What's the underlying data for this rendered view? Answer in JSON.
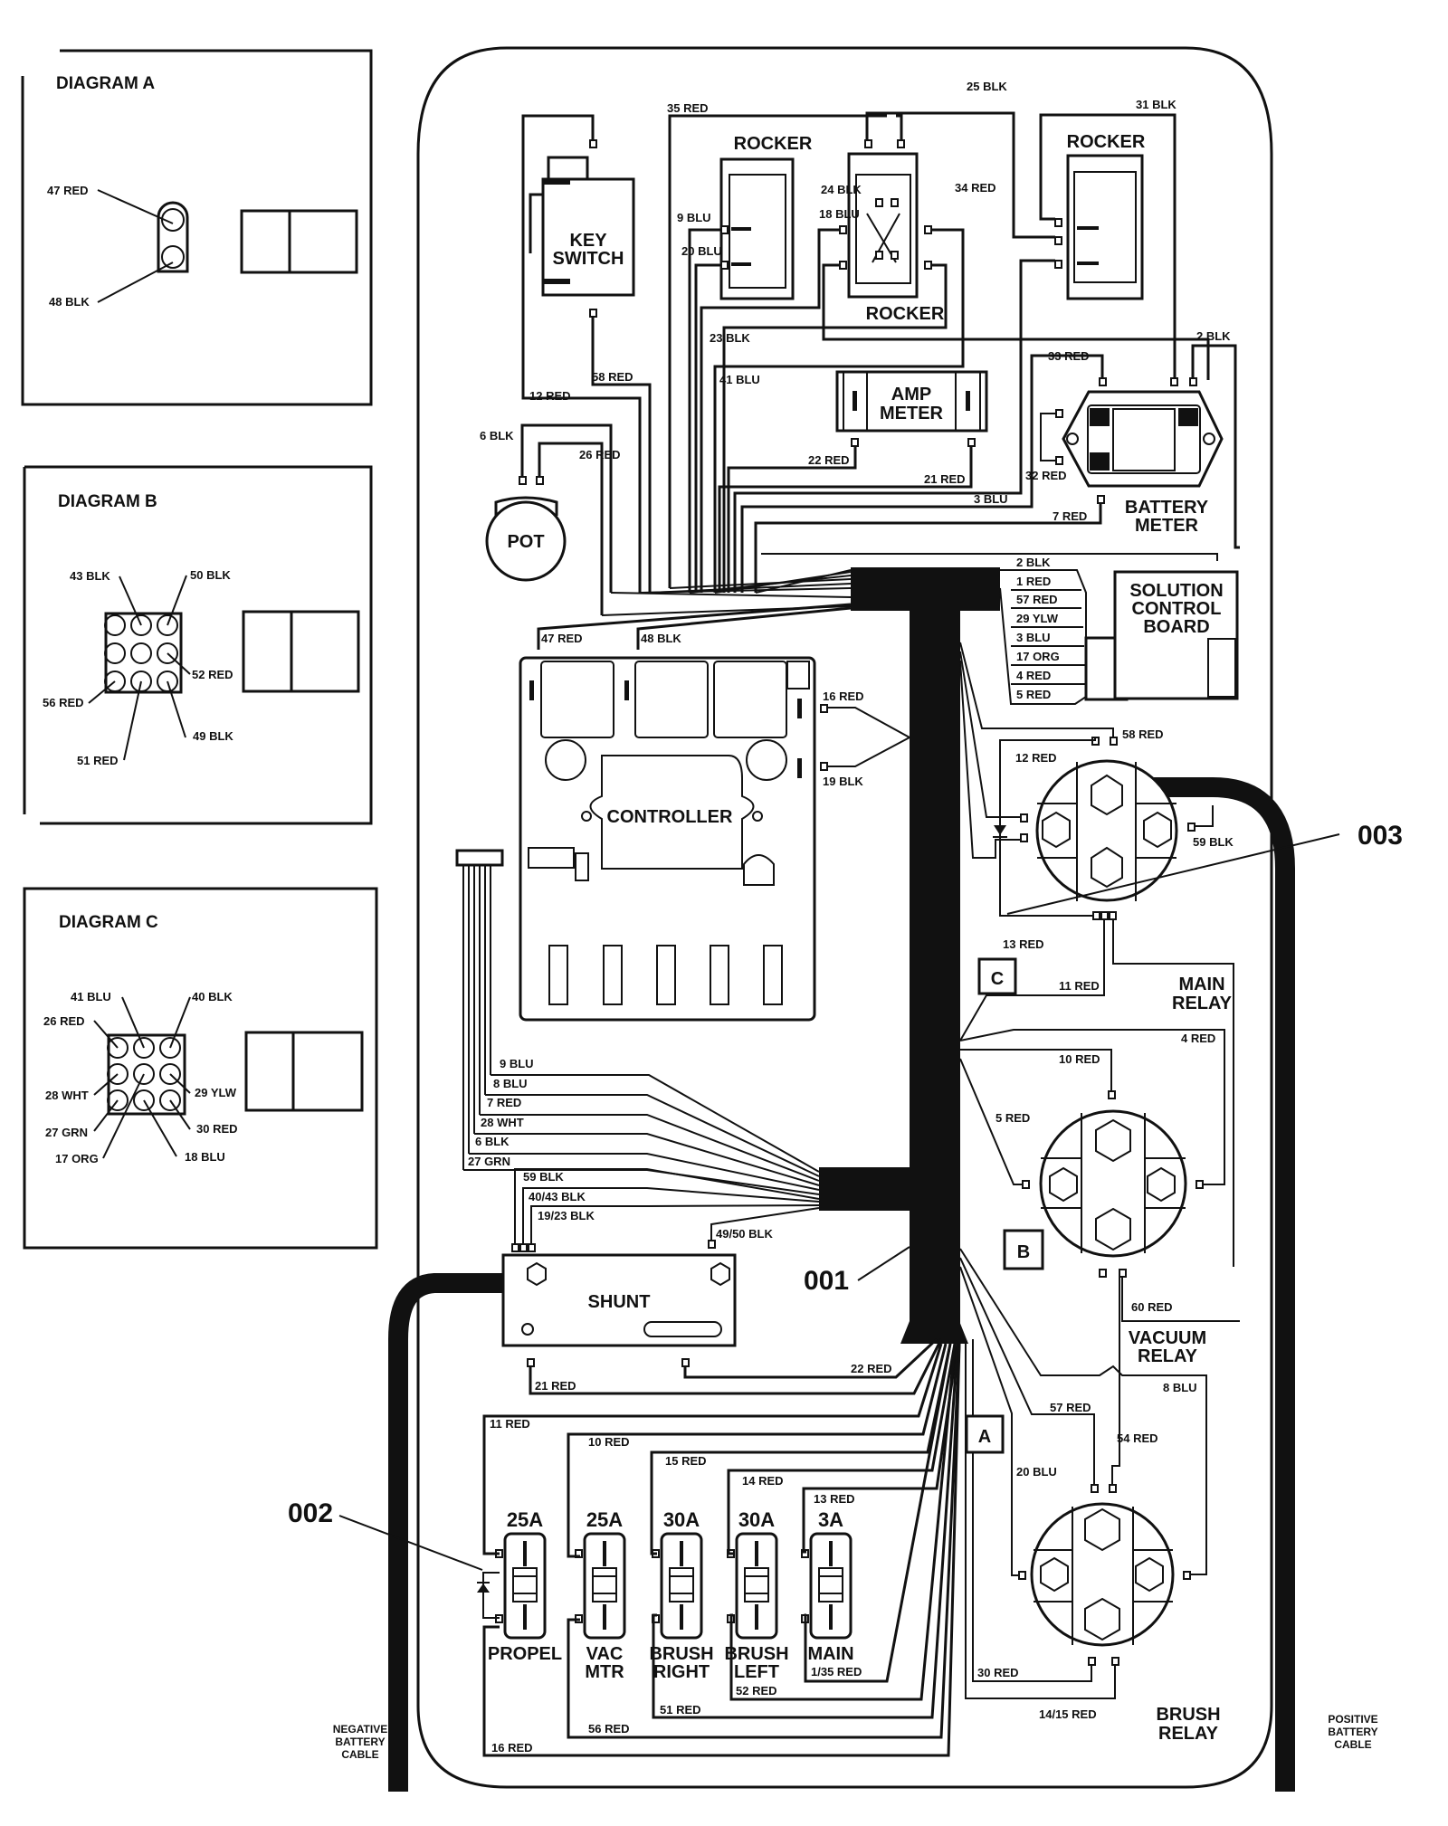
{
  "diagrams": {
    "a": {
      "title": "DIAGRAM A",
      "labels": [
        "47 RED",
        "48 BLK"
      ]
    },
    "b": {
      "title": "DIAGRAM B",
      "labels": [
        "43 BLK",
        "50 BLK",
        "52 RED",
        "56 RED",
        "51 RED",
        "49 BLK"
      ]
    },
    "c": {
      "title": "DIAGRAM C",
      "labels": [
        "41 BLU",
        "40 BLK",
        "26 RED",
        "28 WHT",
        "29 YLW",
        "27 GRN",
        "30 RED",
        "17 ORG",
        "18 BLU"
      ]
    }
  },
  "components": {
    "key_switch": [
      "KEY",
      "SWITCH"
    ],
    "rocker_left": "ROCKER",
    "rocker_center": "ROCKER",
    "rocker_right": "ROCKER",
    "amp_meter": [
      "AMP",
      "METER"
    ],
    "battery_meter": [
      "BATTERY",
      "METER"
    ],
    "pot": "POT",
    "controller": "CONTROLLER",
    "solution_board": [
      "SOLUTION",
      "CONTROL",
      "BOARD"
    ],
    "main_relay": [
      "MAIN",
      "RELAY"
    ],
    "vacuum_relay": [
      "VACUUM",
      "RELAY"
    ],
    "brush_relay": [
      "BRUSH",
      "RELAY"
    ],
    "shunt": "SHUNT",
    "neg_cable": [
      "NEGATIVE",
      "BATTERY",
      "CABLE"
    ],
    "pos_cable": [
      "POSITIVE",
      "BATTERY",
      "CABLE"
    ]
  },
  "callouts": {
    "c001": "001",
    "c002": "002",
    "c003": "003",
    "box_a": "A",
    "box_b": "B",
    "box_c": "C"
  },
  "breakers": [
    {
      "rating": "25A",
      "name": [
        "PROPEL"
      ]
    },
    {
      "rating": "25A",
      "name": [
        "VAC",
        "MTR"
      ]
    },
    {
      "rating": "30A",
      "name": [
        "BRUSH",
        "RIGHT"
      ]
    },
    {
      "rating": "30A",
      "name": [
        "BRUSH",
        "LEFT"
      ]
    },
    {
      "rating": "3A",
      "name": [
        "MAIN"
      ]
    }
  ],
  "wires": {
    "top": {
      "w35": "35 RED",
      "w25": "25  BLK",
      "w31": "31 BLK",
      "w24": "24 BLK",
      "w34": "34 RED",
      "w9": "9 BLU",
      "w18": "18 BLU",
      "w20": "20 BLU",
      "w23": "23 BLK",
      "w41": "41 BLU",
      "w58": "58 RED",
      "w12": "12 RED",
      "w33": "33 RED",
      "w2": "2 BLK",
      "w32": "32 RED",
      "w7": "7 RED",
      "w3": "3 BLU",
      "w22": "22 RED",
      "w21": "21 RED",
      "w6": "6 BLK",
      "w26": "26 RED",
      "w47": "47 RED",
      "w48": "48 BLK"
    },
    "connector": [
      "2 BLK",
      "1 RED",
      "57 RED",
      "29 YLW",
      "3 BLU",
      "17 ORG",
      "4 RED",
      "5 RED"
    ],
    "controller": {
      "w16": "16 RED",
      "w19": "19 BLK"
    },
    "main_relay": {
      "w58": "58 RED",
      "w12": "12 RED",
      "w59": "59 BLK",
      "w13": "13 RED",
      "w11": "11 RED"
    },
    "vacuum_relay": {
      "w10": "10 RED",
      "w4": "4 RED",
      "w5": "5 RED",
      "w60": "60 RED"
    },
    "brush_relay": {
      "w8": "8 BLU",
      "w57": "57 RED",
      "w54": "54 RED",
      "w20": "20 BLU",
      "w30": "30 RED",
      "w1415": "14/15 RED"
    },
    "lower_left": [
      "9 BLU",
      "8 BLU",
      "7 RED",
      "28 WHT",
      "6 BLK",
      "27 GRN"
    ],
    "shunt": {
      "w59": "59 BLK",
      "w4043": "40/43 BLK",
      "w1923": "19/23 BLK",
      "w4950": "49/50 BLK",
      "w21": "21 RED",
      "w22": "22 RED"
    },
    "breakers": {
      "w11": "11 RED",
      "w10": "10 RED",
      "w15": "15 RED",
      "w14": "14 RED",
      "w13": "13 RED",
      "w16": "16 RED",
      "w56": "56 RED",
      "w51": "51 RED",
      "w52": "52 RED",
      "w135": "1/35 RED"
    }
  }
}
